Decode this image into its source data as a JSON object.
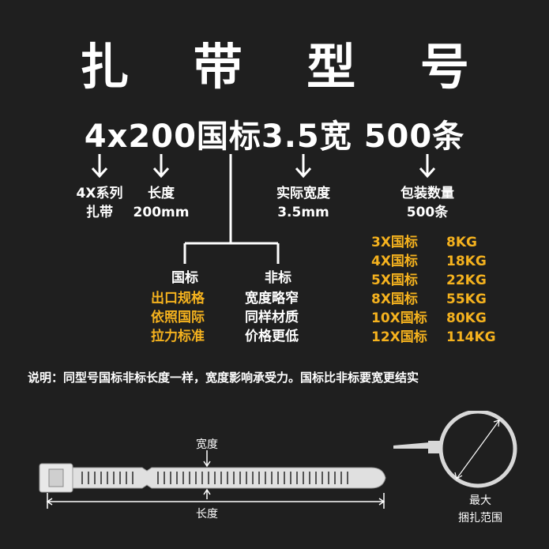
{
  "title": "扎 带 型 号",
  "model": "4x200国标3.5宽 500条",
  "labels": {
    "series": [
      "4X系列",
      "扎带"
    ],
    "length": [
      "长度",
      "200mm"
    ],
    "width": [
      "实际宽度",
      "3.5mm"
    ],
    "qty": [
      "包装数量",
      "500条"
    ]
  },
  "national": {
    "heading": "国标",
    "items": [
      "出口规格",
      "依照国际",
      "拉力标准"
    ]
  },
  "non_national": {
    "heading": "非标",
    "items": [
      "宽度略窄",
      "同样材质",
      "价格更低"
    ]
  },
  "specs": [
    {
      "type": "3X国标",
      "force": "8KG"
    },
    {
      "type": "4X国标",
      "force": "18KG"
    },
    {
      "type": "5X国标",
      "force": "22KG"
    },
    {
      "type": "8X国标",
      "force": "55KG"
    },
    {
      "type": "10X国标",
      "force": "80KG"
    },
    {
      "type": "12X国标",
      "force": "114KG"
    }
  ],
  "note": "说明：同型号国标非标长度一样，宽度影响承受力。国标比非标要宽更结实",
  "diagram": {
    "width_label": "宽度",
    "length_label": "长度",
    "range_label_1": "最大",
    "range_label_2": "捆扎范围"
  },
  "colors": {
    "background": "#1f1f1f",
    "accent": "#f5b21e",
    "text": "#ffffff"
  }
}
